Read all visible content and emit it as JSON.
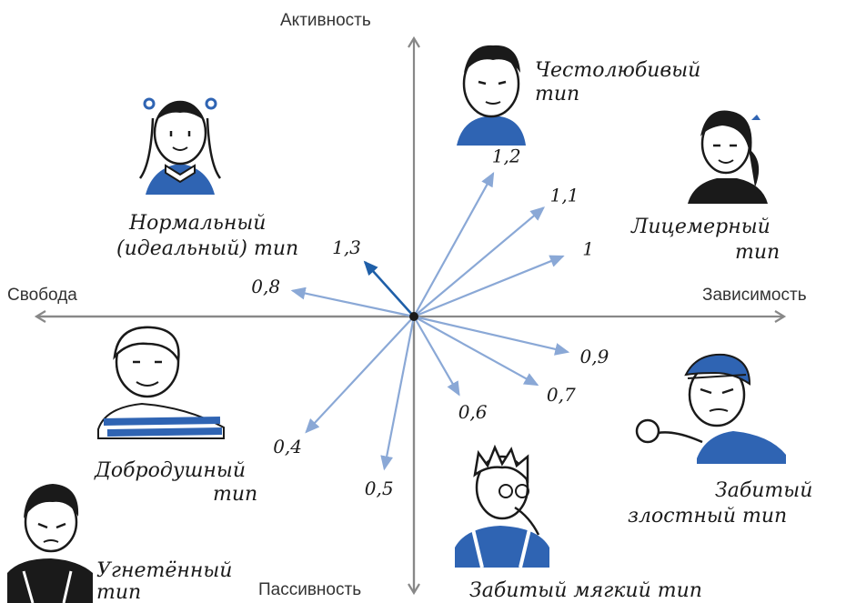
{
  "axes": {
    "top": "Активность",
    "bottom": "Пассивность",
    "left": "Свобода",
    "right": "Зависимость"
  },
  "types": {
    "ambitious": [
      "Честолюбивый",
      "тип"
    ],
    "hypocritical": [
      "Лицемерный",
      "тип"
    ],
    "normal": [
      "Нормальный",
      "(идеальный) тип"
    ],
    "goodnatured": [
      "Добродушный",
      "тип"
    ],
    "oppressed": [
      "Угнетённый",
      "тип"
    ],
    "softbeaten": [
      "Забитый мягкий тип"
    ],
    "angrybeaten": [
      "Забитый",
      "злостный тип"
    ]
  },
  "vectors": [
    {
      "label": "1,3",
      "angle_deg": 132,
      "length": 0.26,
      "emphasis": true
    },
    {
      "label": "1,2",
      "angle_deg": 61,
      "length": 0.58,
      "emphasis": false
    },
    {
      "label": "1,1",
      "angle_deg": 40,
      "length": 0.6,
      "emphasis": false
    },
    {
      "label": "1",
      "angle_deg": 22,
      "length": 0.57,
      "emphasis": false
    },
    {
      "label": "0,9",
      "angle_deg": -13,
      "length": 0.56,
      "emphasis": false
    },
    {
      "label": "0,7",
      "angle_deg": -29,
      "length": 0.5,
      "emphasis": false
    },
    {
      "label": "0,6",
      "angle_deg": -60,
      "length": 0.32,
      "emphasis": false
    },
    {
      "label": "0,5",
      "angle_deg": -101,
      "length": 0.55,
      "emphasis": false
    },
    {
      "label": "0,4",
      "angle_deg": -133,
      "length": 0.56,
      "emphasis": false
    },
    {
      "label": "0,8",
      "angle_deg": 168,
      "length": 0.44,
      "emphasis": false
    }
  ],
  "colors": {
    "axis": "#888888",
    "vector": "#8aa8d6",
    "vector_emphasis": "#1f5fa8",
    "accent": "#2f64b3",
    "ink": "#1a1a1a"
  }
}
